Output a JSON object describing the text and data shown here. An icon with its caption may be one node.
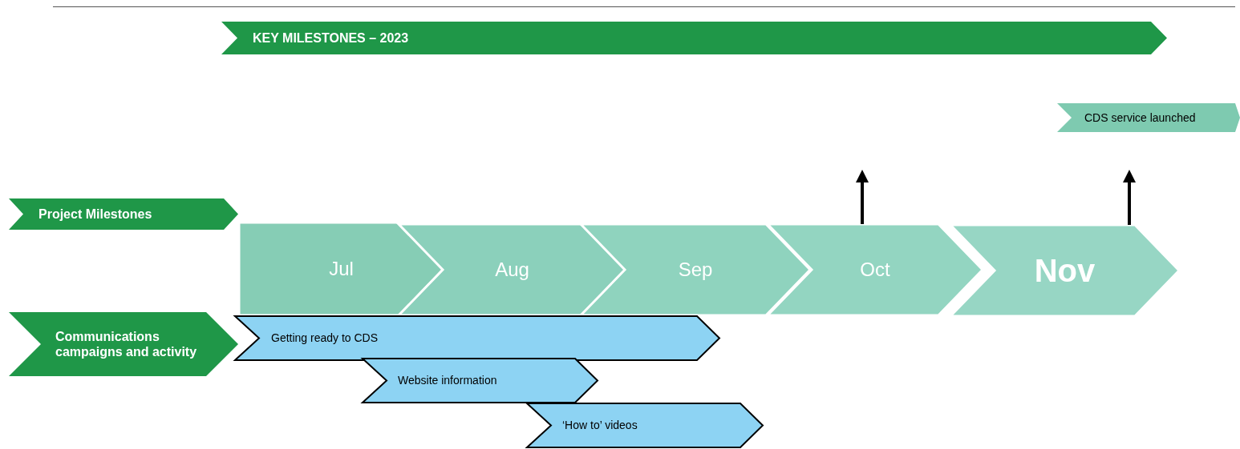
{
  "diagram": {
    "nodes": [
      {
        "text": [
          "KEY MILESTONES – 2023"
        ]
      },
      {
        "text": [
          "CDS service launched"
        ]
      },
      {
        "text": [
          "Project Milestones"
        ]
      },
      {
        "text": [
          "Jul"
        ]
      },
      {
        "text": [
          "Aug"
        ]
      },
      {
        "text": [
          "Sep"
        ]
      },
      {
        "text": [
          "Oct"
        ]
      },
      {
        "text": [
          "Nov"
        ]
      },
      {
        "text": [
          "Communications campaigns and activity"
        ]
      },
      {
        "text": [
          "Getting ready to CDS"
        ]
      },
      {
        "text": [
          "Website information"
        ]
      },
      {
        "text": [
          "‘How to’ videos"
        ]
      }
    ],
    "edges": [
      {
        "from": 6,
        "to": null,
        "arrow": "to"
      },
      {
        "from": 7,
        "to": null,
        "arrow": "to"
      }
    ]
  }
}
